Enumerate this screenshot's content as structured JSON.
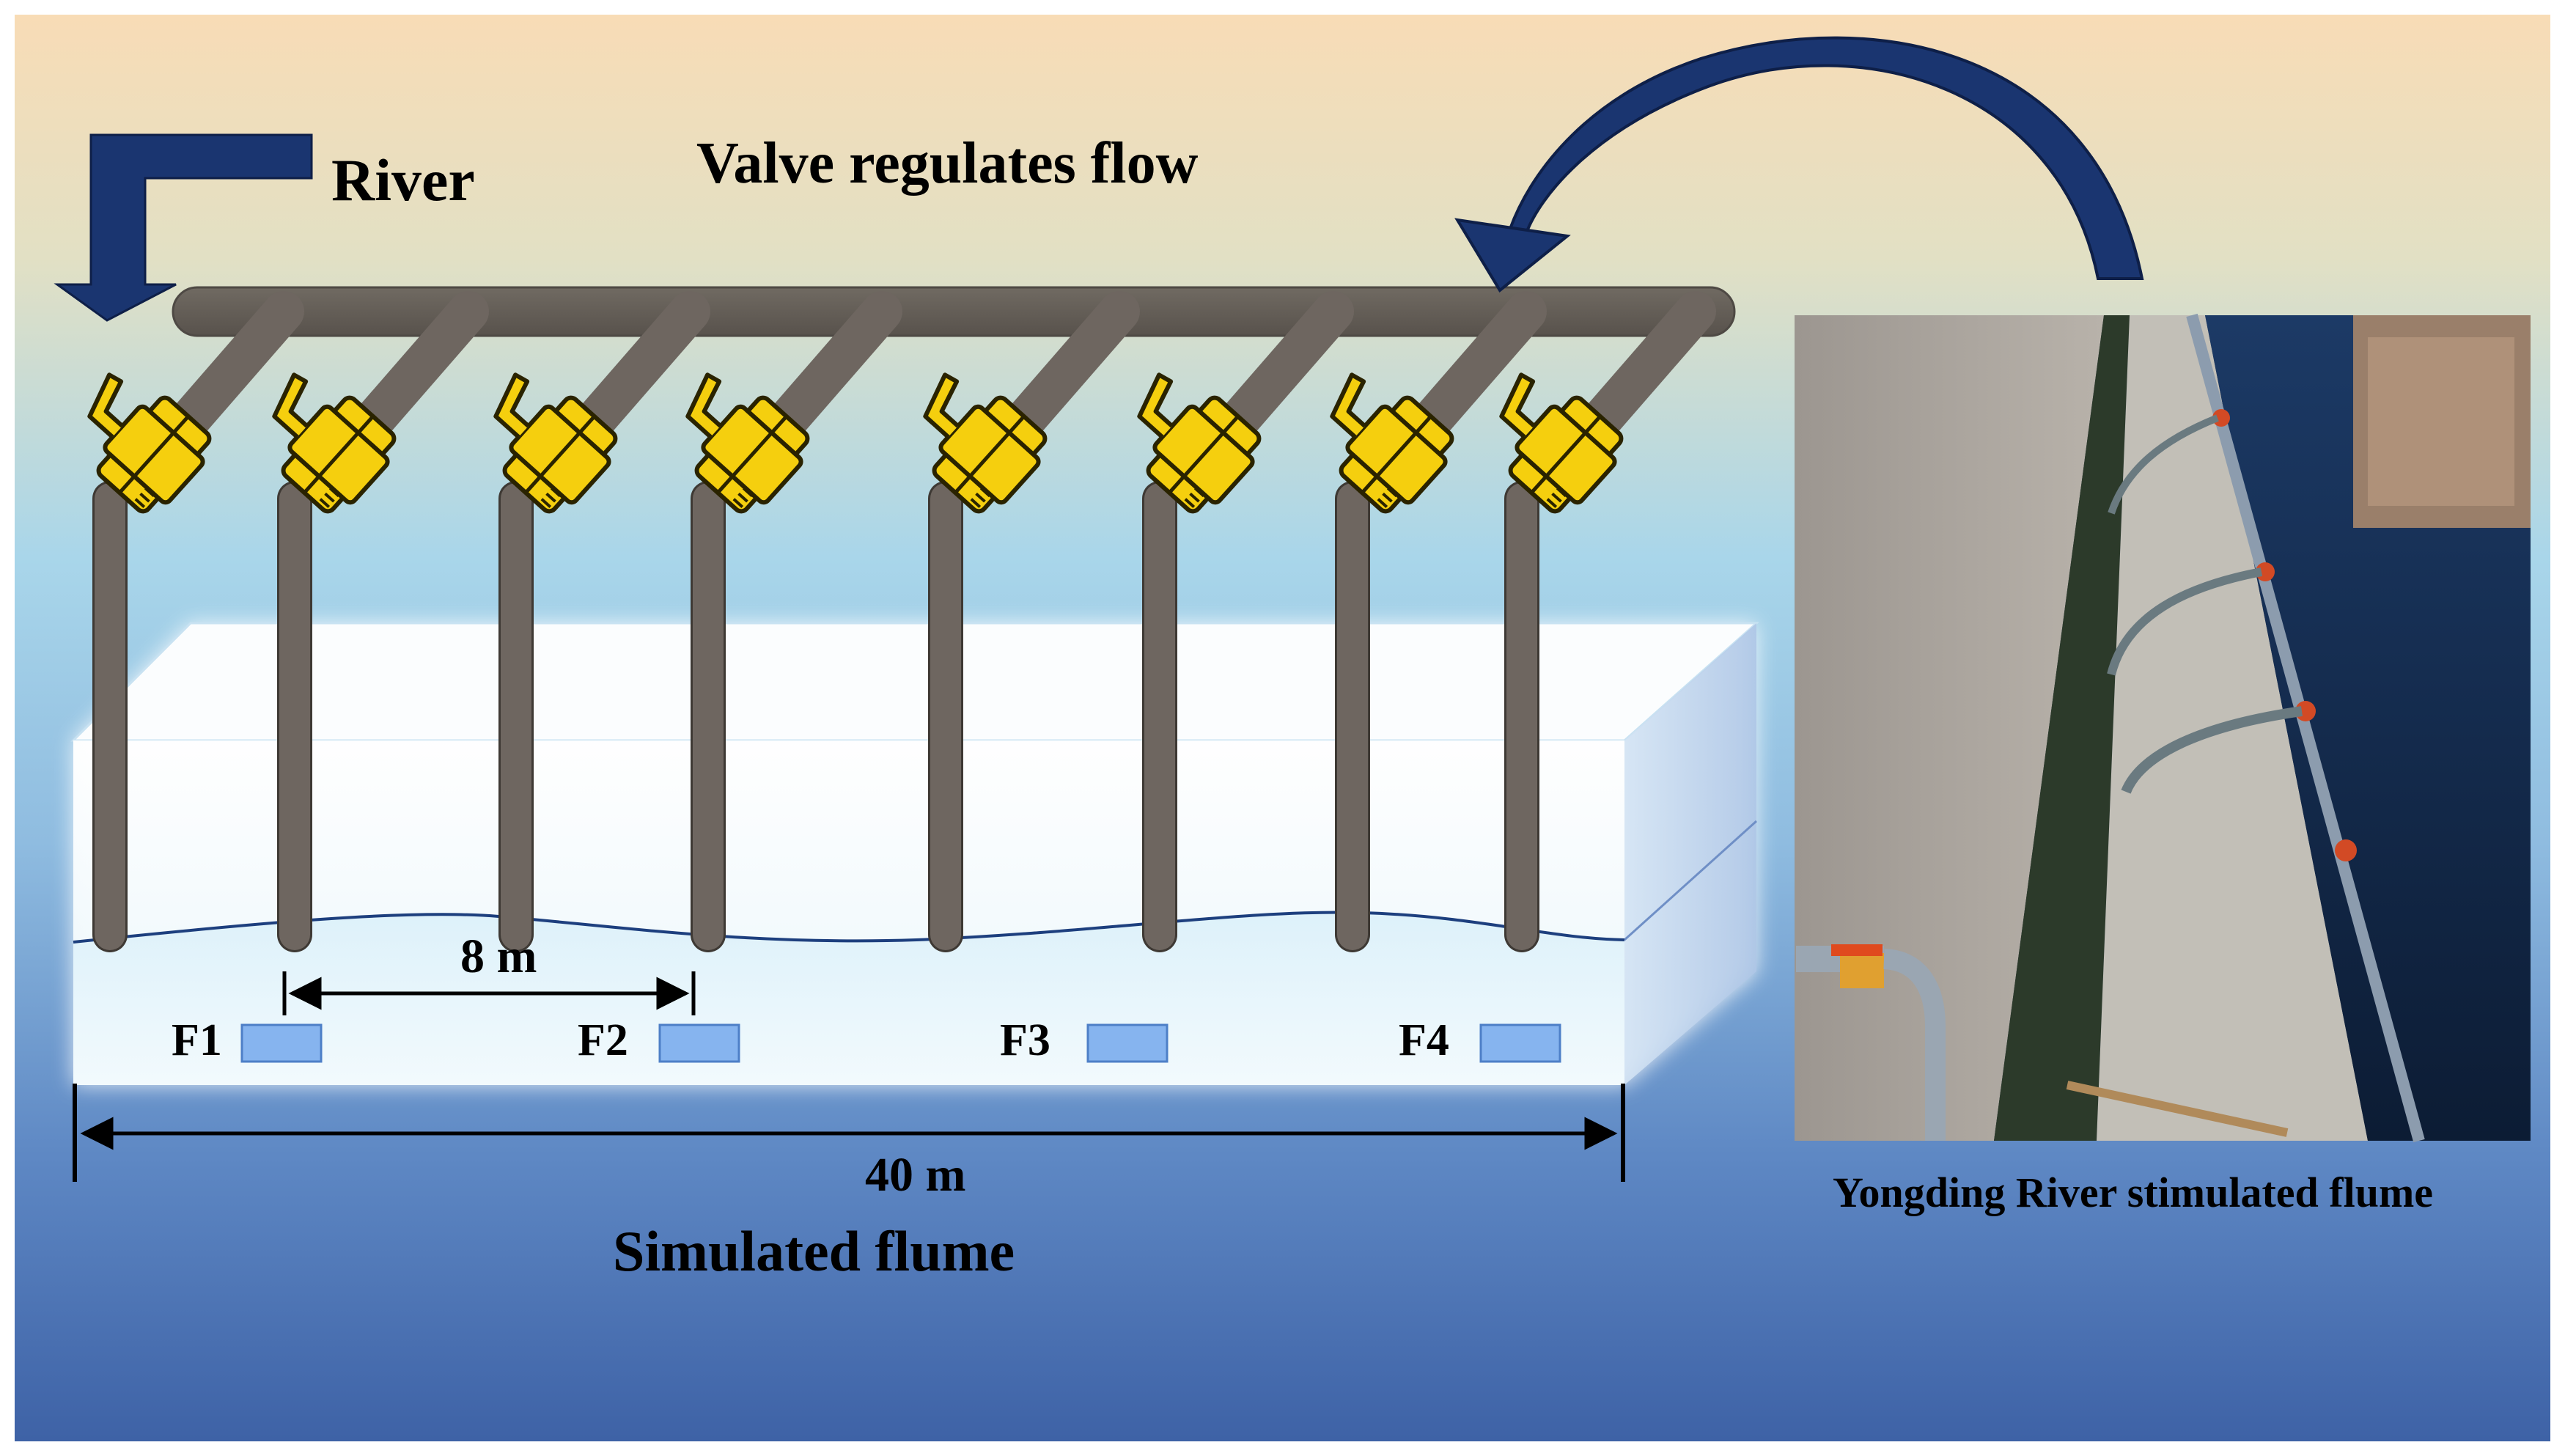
{
  "labels": {
    "river": "River",
    "valve": "Valve regulates flow",
    "spacing": "8 m",
    "length": "40 m",
    "flume": "Simulated flume",
    "photo_caption": "Yongding River stimulated flume"
  },
  "sensors": [
    "F1",
    "F2",
    "F3",
    "F4"
  ],
  "colors": {
    "background_top": "#f8dcb6",
    "background_bottom": "#3d64a8",
    "arrow": "#1a3570",
    "pipe": "#6e6660",
    "valve": "#f5cf0e",
    "sensor": "#86b4ef"
  }
}
